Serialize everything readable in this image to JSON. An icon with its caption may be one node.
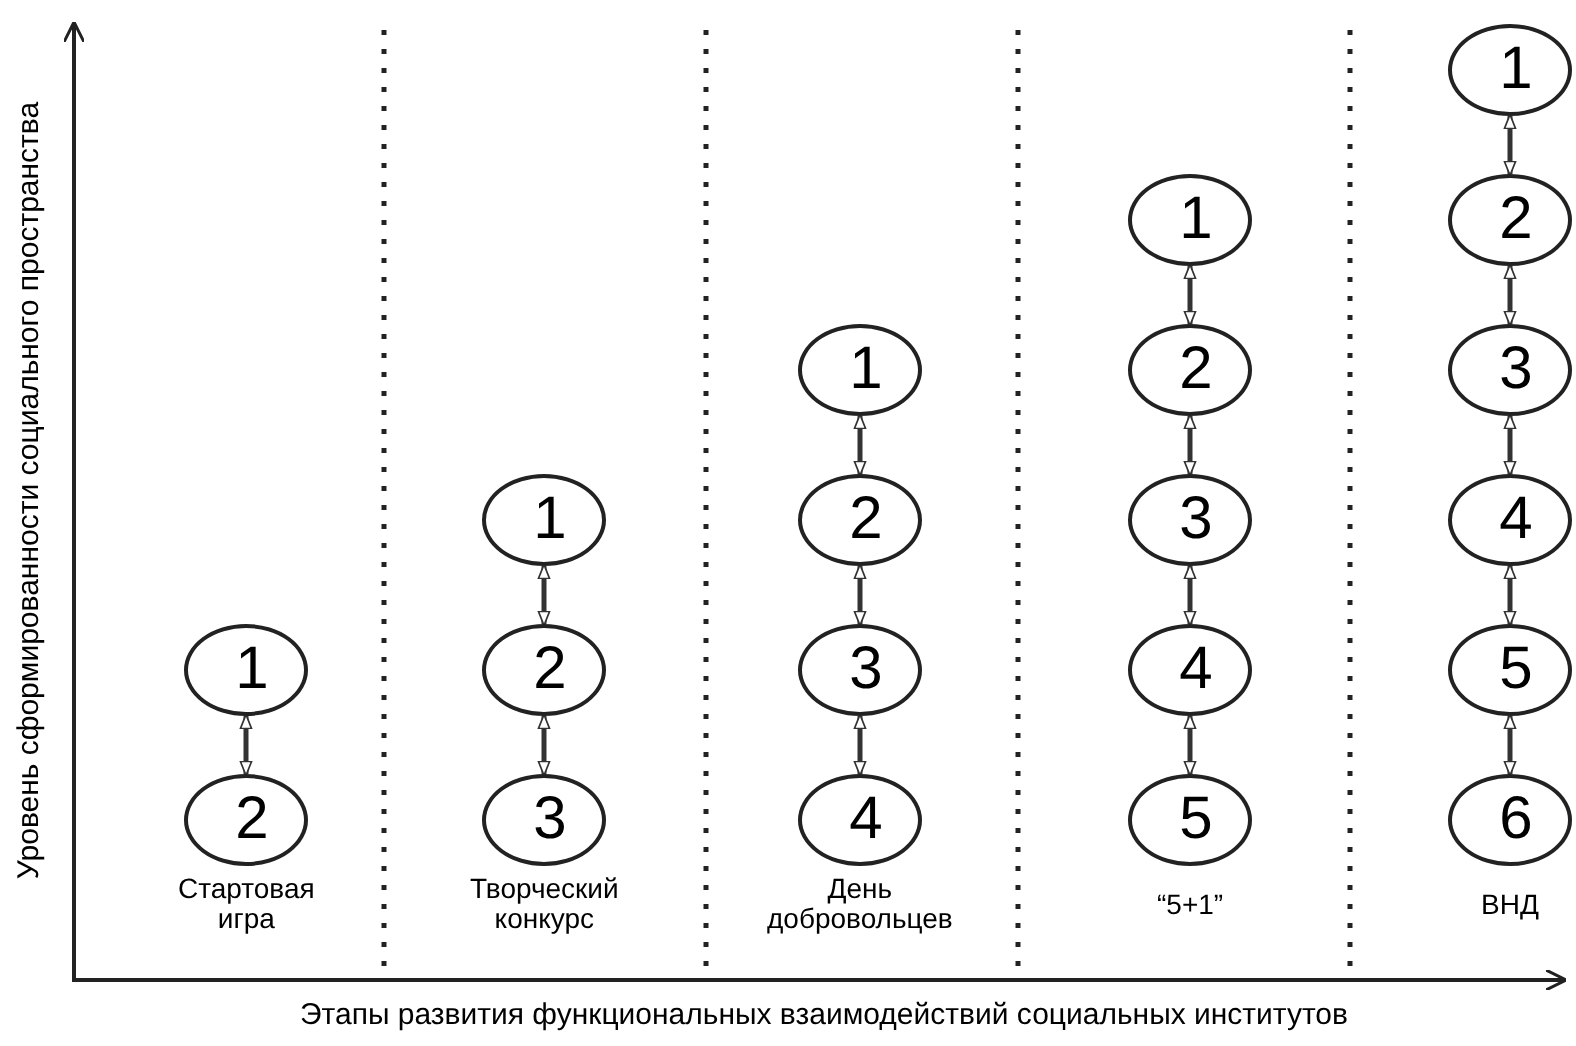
{
  "diagram": {
    "nodes": [
      {
        "text": [
          "1"
        ]
      },
      {
        "text": [
          "2"
        ]
      },
      {
        "text": [
          "1"
        ]
      },
      {
        "text": [
          "2"
        ]
      },
      {
        "text": [
          "3"
        ]
      },
      {
        "text": [
          "1"
        ]
      },
      {
        "text": [
          "2"
        ]
      },
      {
        "text": [
          "3"
        ]
      },
      {
        "text": [
          "4"
        ]
      },
      {
        "text": [
          "1"
        ]
      },
      {
        "text": [
          "2"
        ]
      },
      {
        "text": [
          "3"
        ]
      },
      {
        "text": [
          "4"
        ]
      },
      {
        "text": [
          "5"
        ]
      },
      {
        "text": [
          "1"
        ]
      },
      {
        "text": [
          "2"
        ]
      },
      {
        "text": [
          "3"
        ]
      },
      {
        "text": [
          "4"
        ]
      },
      {
        "text": [
          "5"
        ]
      },
      {
        "text": [
          "6"
        ]
      }
    ],
    "edges": [
      {
        "from": 0,
        "to": 1,
        "arrow": "both"
      },
      {
        "from": 2,
        "to": 3,
        "arrow": "both"
      },
      {
        "from": 3,
        "to": 4,
        "arrow": "both"
      },
      {
        "from": 5,
        "to": 6,
        "arrow": "both"
      },
      {
        "from": 6,
        "to": 7,
        "arrow": "both"
      },
      {
        "from": 7,
        "to": 8,
        "arrow": "both"
      },
      {
        "from": 9,
        "to": 10,
        "arrow": "both"
      },
      {
        "from": 10,
        "to": 11,
        "arrow": "both"
      },
      {
        "from": 11,
        "to": 12,
        "arrow": "both"
      },
      {
        "from": 12,
        "to": 13,
        "arrow": "both"
      },
      {
        "from": 14,
        "to": 15,
        "arrow": "both"
      },
      {
        "from": 15,
        "to": 16,
        "arrow": "both"
      },
      {
        "from": 16,
        "to": 17,
        "arrow": "both"
      },
      {
        "from": 17,
        "to": 18,
        "arrow": "both"
      },
      {
        "from": 18,
        "to": 19,
        "arrow": "both"
      }
    ],
    "labels": [
      "Уровень сформированности социального пространства",
      "Стартовая игра",
      "Творческий конкурс",
      "День добровольцев",
      "“5+1”",
      "ВНД",
      "Этапы развития функциональных взаимодействий социальных институтов"
    ]
  }
}
